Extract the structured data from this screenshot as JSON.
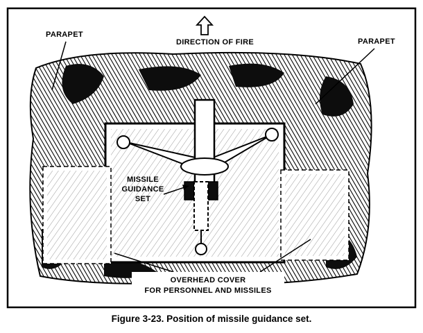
{
  "labels": {
    "parapet_left": "PARAPET",
    "parapet_right": "PARAPET",
    "direction_of_fire": "DIRECTION OF FIRE",
    "missile_guidance_set_1": "MISSILE",
    "missile_guidance_set_2": "GUIDANCE",
    "missile_guidance_set_3": "SET",
    "overhead_cover_1": "OVERHEAD COVER",
    "overhead_cover_2": "FOR PERSONNEL AND MISSILES"
  },
  "caption": "Figure 3-23.  Position of missile guidance set.",
  "colors": {
    "ink": "#000000",
    "paper": "#ffffff",
    "dark_foliage": "#0d0d0d",
    "light_foliage": "#9a9a9a"
  }
}
